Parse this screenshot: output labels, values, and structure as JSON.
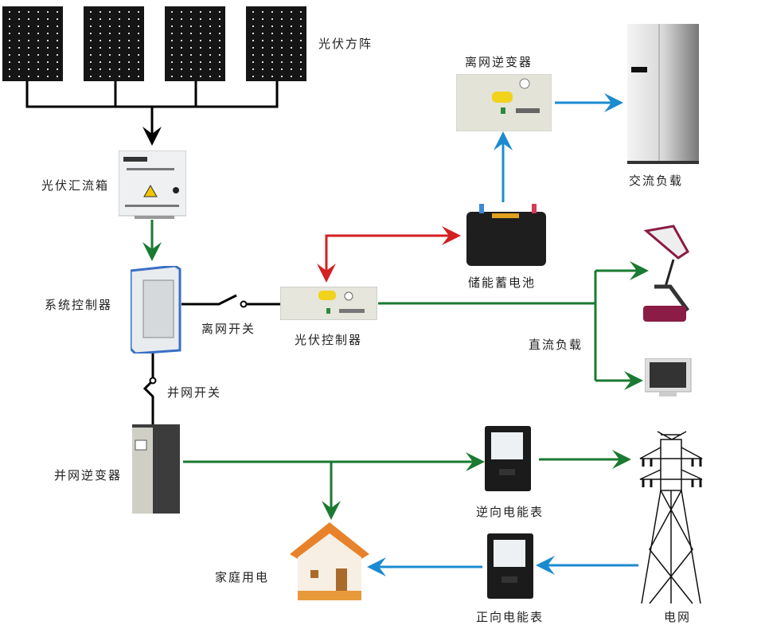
{
  "title": "光伏发电系统示意图",
  "colors": {
    "dc_line": "#000000",
    "pv_flow": "#1a7a32",
    "battery_flow": "#d42020",
    "ac_flow": "#1b8bd0"
  },
  "labels": {
    "pv_array": "光伏方阵",
    "combiner_box": "光伏汇流箱",
    "system_controller": "系统控制器",
    "offgrid_switch": "离网开关",
    "pv_controller": "光伏控制器",
    "battery": "储能蓄电池",
    "offgrid_inverter": "离网逆变器",
    "ac_load": "交流负载",
    "dc_load": "直流负载",
    "grid_switch": "并网开关",
    "grid_inverter": "并网逆变器",
    "reverse_meter": "逆向电能表",
    "forward_meter": "正向电能表",
    "household": "家庭用电",
    "grid": "电网"
  },
  "icons": {
    "solar_panel": "solar-panel-icon",
    "combiner_box": "combiner-box-icon",
    "cabinet": "cabinet-icon",
    "rack_unit": "rack-unit-icon",
    "battery": "battery-icon",
    "fridge": "refrigerator-icon",
    "lamp": "desk-lamp-icon",
    "tv": "tv-icon",
    "meter": "electric-meter-icon",
    "house": "house-icon",
    "tower": "transmission-tower-icon"
  }
}
